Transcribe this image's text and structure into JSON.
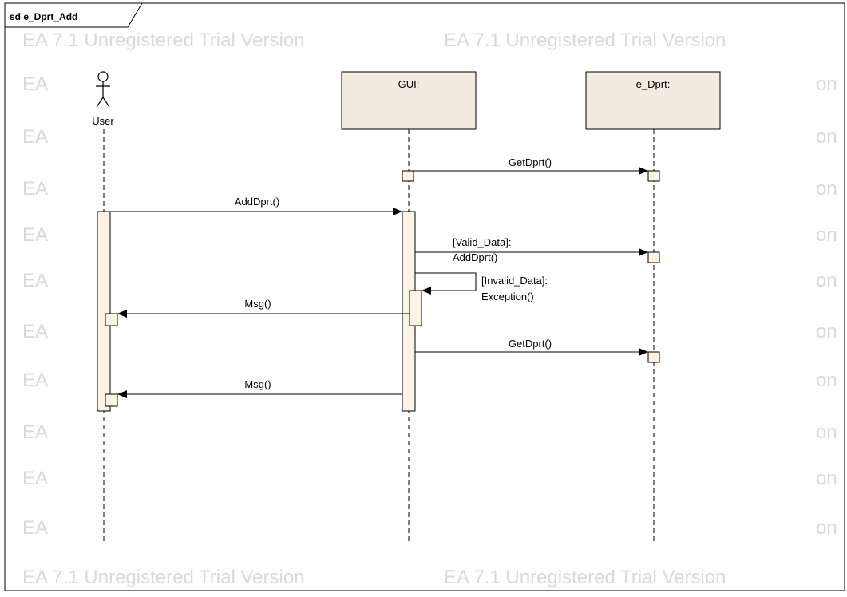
{
  "frame": {
    "title": "sd e_Dprt_Add"
  },
  "watermark": {
    "full": "EA 7.1 Unregistered Trial Version",
    "left_fragment": "EA",
    "right_fragment": "on"
  },
  "lifelines": {
    "user": "User",
    "gui": "GUI:",
    "edprt": "e_Dprt:"
  },
  "messages": {
    "m1": "GetDprt()",
    "m2": "AddDprt()",
    "m3_line1": "[Valid_Data]:",
    "m3_line2": "AddDprt()",
    "m4_line1": "[Invalid_Data]:",
    "m4_line2": "Exception()",
    "m5": "Msg()",
    "m6": "GetDprt()",
    "m7": "Msg()"
  },
  "colors": {
    "box_fill": "#f2ece0",
    "activation_fill": "#faf3e6",
    "line": "#000000",
    "watermark": "#d9d9d9"
  }
}
